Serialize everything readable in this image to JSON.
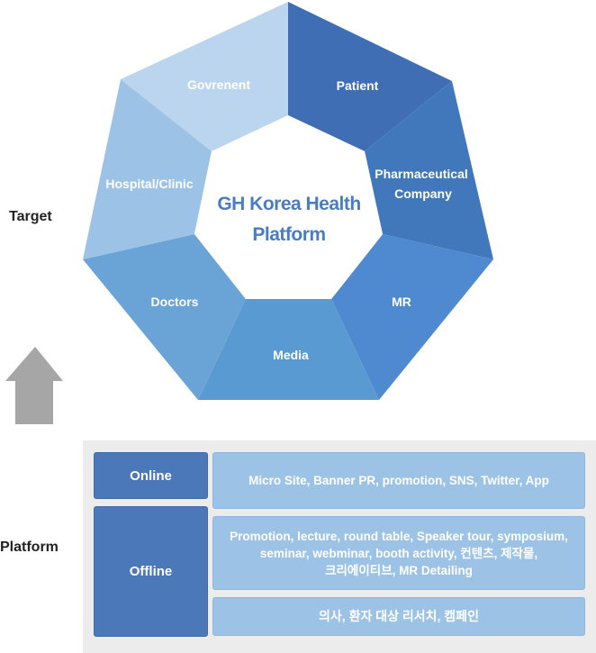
{
  "diagram": {
    "center_title_line1": "GH Korea Health",
    "center_title_line2": "Platform",
    "segments": [
      {
        "label": "Govrenent",
        "color": "#bcd5ee"
      },
      {
        "label": "Patient",
        "color": "#3f6eb5"
      },
      {
        "label_line1": "Pharmaceutical",
        "label_line2": "Company",
        "color": "#4178bc"
      },
      {
        "label": "MR",
        "color": "#4f89d0"
      },
      {
        "label": "Media",
        "color": "#5a9ad3"
      },
      {
        "label": "Doctors",
        "color": "#6aa3d6"
      },
      {
        "label": "Hospital/Clinic",
        "color": "#9cc3e6"
      }
    ]
  },
  "labels": {
    "target": "Target",
    "platform": "Platform"
  },
  "platform": {
    "online": {
      "label": "Online",
      "items": "Micro Site, Banner PR, promotion, SNS, Twitter, App"
    },
    "offline": {
      "label": "Offline",
      "items_line1": "Promotion, lecture, round table, Speaker tour, symposium,",
      "items_line2": "seminar, webminar, booth activity, 컨텐츠, 제작물,",
      "items_line3": "크리에이티브, MR Detailing",
      "items_2": "의사, 환자 대상 리서치, 캠페인"
    }
  },
  "colors": {
    "category_box": "#4a78b9",
    "item_box": "#9cc3e6",
    "panel": "#ececec",
    "arrow": "#a6a6a6",
    "title": "#4a7cc4"
  }
}
